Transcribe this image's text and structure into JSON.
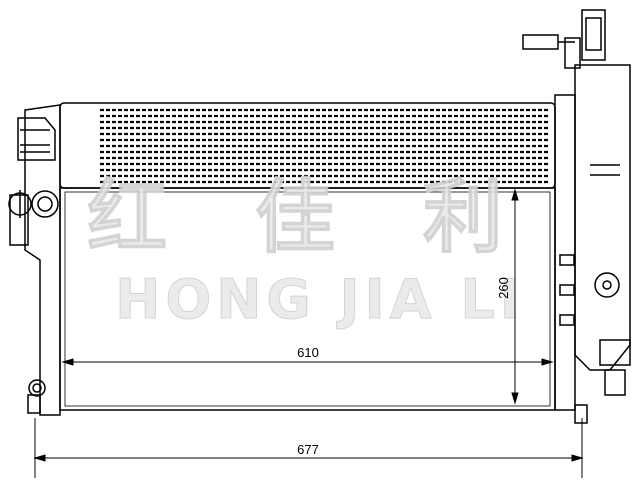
{
  "dimensions": {
    "core_width": "610",
    "core_height": "260",
    "overall_width": "677"
  },
  "watermark": {
    "chinese": "红 佳 利",
    "latin": "HONG JIA LI"
  }
}
